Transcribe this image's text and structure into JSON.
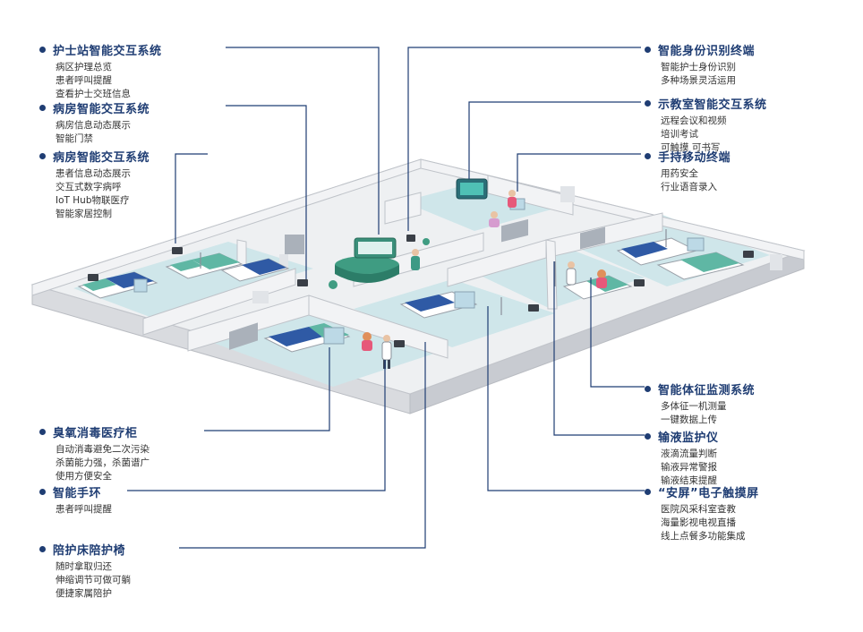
{
  "callouts": [
    {
      "id": "nurse-station",
      "title": "护士站智能交互系统",
      "items": [
        "病区护理总览",
        "患者呼叫提醒",
        "查看护士交班信息"
      ]
    },
    {
      "id": "ward-system-1",
      "title": "病房智能交互系统",
      "items": [
        "病房信息动态展示",
        "智能门禁"
      ]
    },
    {
      "id": "ward-system-2",
      "title": "病房智能交互系统",
      "items": [
        "患者信息动态展示",
        "交互式数字病呼",
        "IoT Hub物联医疗",
        "智能家居控制"
      ]
    },
    {
      "id": "ozone-cabinet",
      "title": "臭氧消毒医疗柜",
      "items": [
        "自动消毒避免二次污染",
        "杀菌能力强，杀菌谱广",
        "使用方便安全"
      ]
    },
    {
      "id": "smart-band",
      "title": "智能手环",
      "items": [
        "患者呼叫提醒"
      ]
    },
    {
      "id": "escort-chair",
      "title": "陪护床陪护椅",
      "items": [
        "随时拿取归还",
        "伸缩调节可做可躺",
        "便捷家属陪护"
      ]
    },
    {
      "id": "identity-terminal",
      "title": "智能身份识别终端",
      "items": [
        "智能护士身份识别",
        "多种场景灵活运用"
      ]
    },
    {
      "id": "classroom-system",
      "title": "示教室智能交互系统",
      "items": [
        "远程会议和视频",
        "培训考试",
        "可触摸 可书写"
      ]
    },
    {
      "id": "handheld-terminal",
      "title": "手持移动终端",
      "items": [
        "用药安全",
        "行业语音录入"
      ]
    },
    {
      "id": "vital-signs",
      "title": "智能体征监测系统",
      "items": [
        "多体征一机测量",
        "一键数据上传"
      ]
    },
    {
      "id": "infusion-monitor",
      "title": "输液监护仪",
      "items": [
        "液滴流量判断",
        "输液异常警报",
        "输液结束提醒"
      ]
    },
    {
      "id": "anping-screen",
      "title": "“安屏”电子触摸屏",
      "items": [
        "医院风采科室查教",
        "海量影视电视直播",
        "线上点餐多功能集成"
      ]
    }
  ],
  "colors": {
    "accent": "#1f3d73",
    "floor": "#cfe6ea",
    "wall_top": "#f1f1f2",
    "wall_side": "#d6d8dc",
    "bed": "#5fb7a4",
    "blanket": "#2f5aa5"
  }
}
